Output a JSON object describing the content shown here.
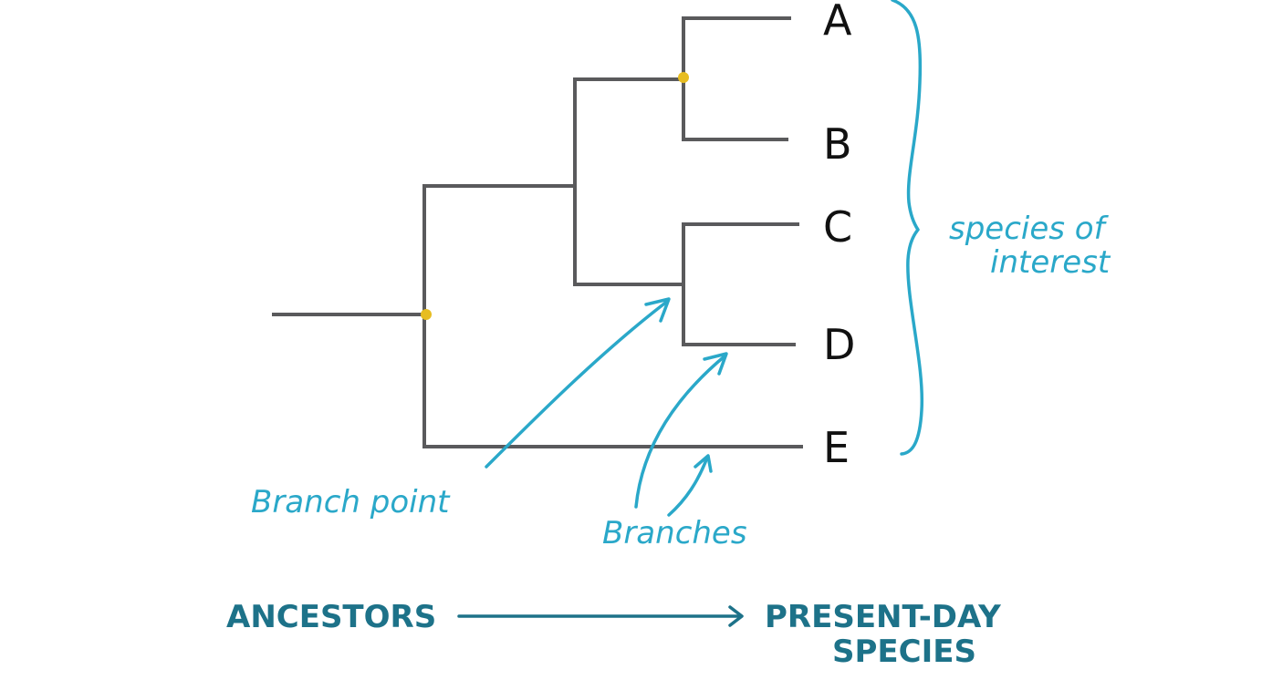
{
  "taxa": [
    "A",
    "B",
    "C",
    "D",
    "E"
  ],
  "annotations": {
    "brace_label_line1": "species of",
    "brace_label_line2": "interest",
    "branch_point": "Branch point",
    "branches": "Branches"
  },
  "axis": {
    "left": "ANCESTORS",
    "right_line1": "PRESENT-DAY",
    "right_line2": "SPECIES"
  },
  "colors": {
    "branch": "#5a5a5c",
    "node": "#e7bd22",
    "annotation": "#2aa8c9",
    "axis": "#1d7289",
    "label": "#111111"
  }
}
